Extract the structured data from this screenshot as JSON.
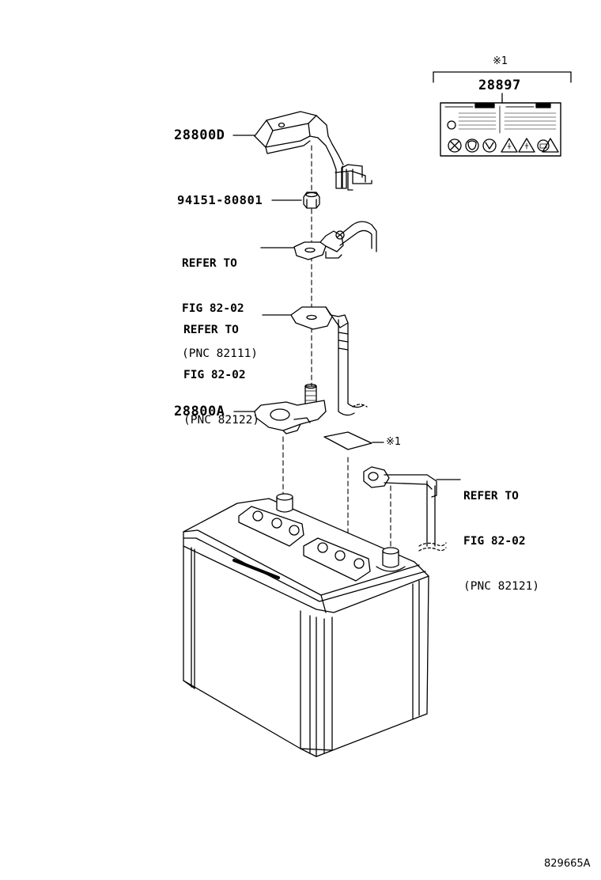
{
  "parts": {
    "cover_top": "28800D",
    "nut": "94151-80801",
    "clamp": "28800A",
    "label": "28897"
  },
  "refs": [
    {
      "line1": "REFER TO",
      "line2": "FIG 82-02",
      "line3": "(PNC 82111)"
    },
    {
      "line1": "REFER TO",
      "line2": "FIG 82-02",
      "line3": "(PNC 82122)"
    },
    {
      "line1": "REFER TO",
      "line2": "FIG 82-02",
      "line3": "(PNC 82121)"
    }
  ],
  "note_mark": "※1",
  "figure_code": "829665A"
}
